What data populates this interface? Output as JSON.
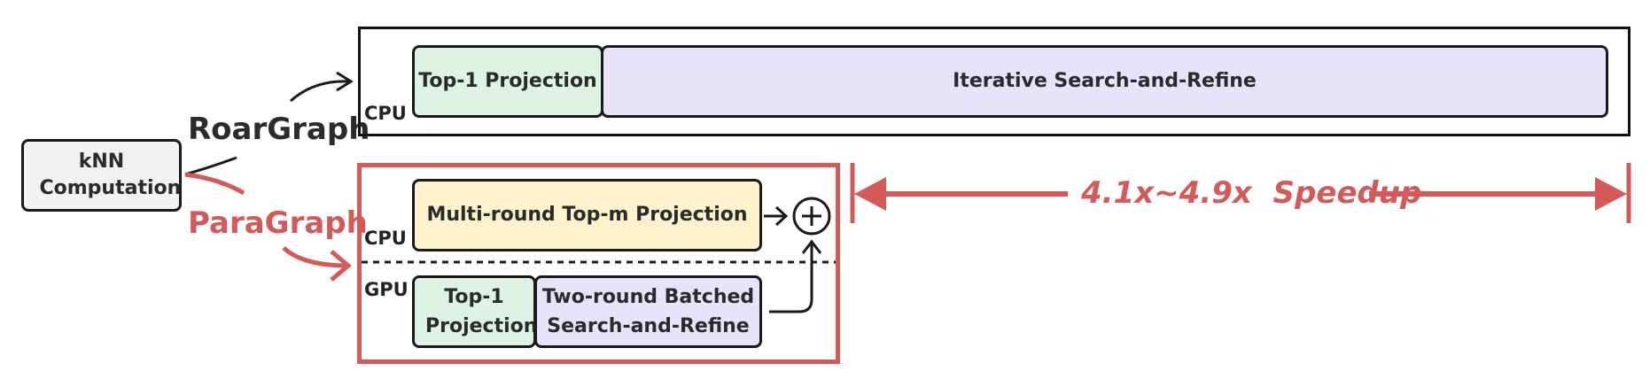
{
  "colors": {
    "red": "#d45a5a",
    "green_fill": "#dff3e4",
    "purple_fill": "#e8e2fb",
    "yellow_fill": "#fdf2cc",
    "grey_fill": "#f2f2f2",
    "dark": "#1a1a1a"
  },
  "source": {
    "label": "kNN Computation"
  },
  "methods": {
    "roargraph": "RoarGraph",
    "paragraph": "ParaGraph"
  },
  "roargraph_lane": {
    "device": "CPU",
    "stage1": "Top-1 Projection",
    "stage2": "Iterative Search-and-Refine"
  },
  "paragraph_lane": {
    "cpu_device": "CPU",
    "gpu_device": "GPU",
    "cpu_stage": "Multi-round Top-m Projection",
    "gpu_stage1": "Top-1 Projection",
    "gpu_stage2": "Two-round Batched Search-and-Refine",
    "merge_symbol": "+"
  },
  "speedup": {
    "label": "4.1x~4.9x  Speedup"
  },
  "icons": {
    "merge": "circled-plus-icon"
  }
}
